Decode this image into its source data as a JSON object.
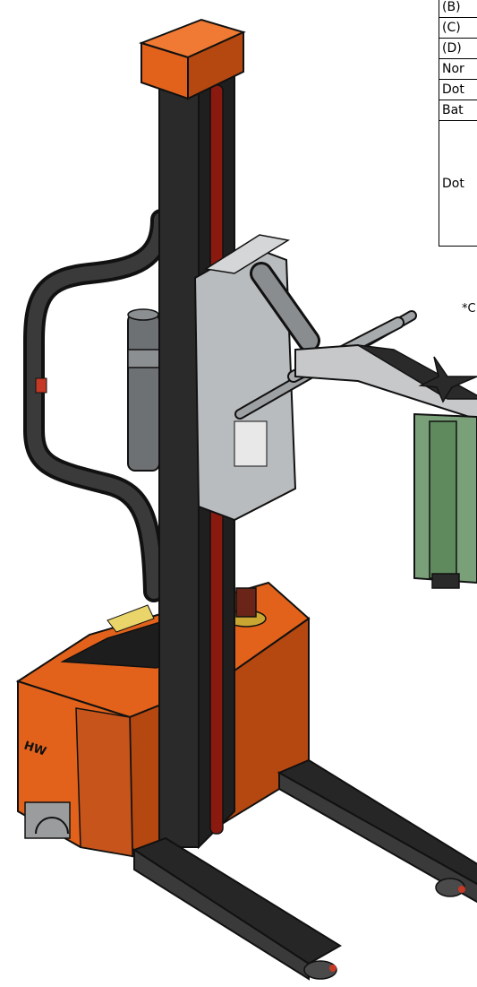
{
  "spec_table": {
    "rows": [
      {
        "label": "(B)"
      },
      {
        "label": "(C)"
      },
      {
        "label": "(D)"
      },
      {
        "label": "Nor"
      },
      {
        "label": "Dot"
      },
      {
        "label": "Bat"
      },
      {
        "label": "Dot"
      }
    ],
    "footnote": "*C"
  },
  "illustration": {
    "brand_mark": "HW",
    "colors": {
      "orange": "#e2621b",
      "orange_dark": "#b54711",
      "mast": "#2a2a2a",
      "steel": "#b9bcbe",
      "fork": "#262626",
      "green": "#5e8a5e",
      "red_strip": "#8a1a10",
      "yellow": "#e9d56a"
    }
  }
}
